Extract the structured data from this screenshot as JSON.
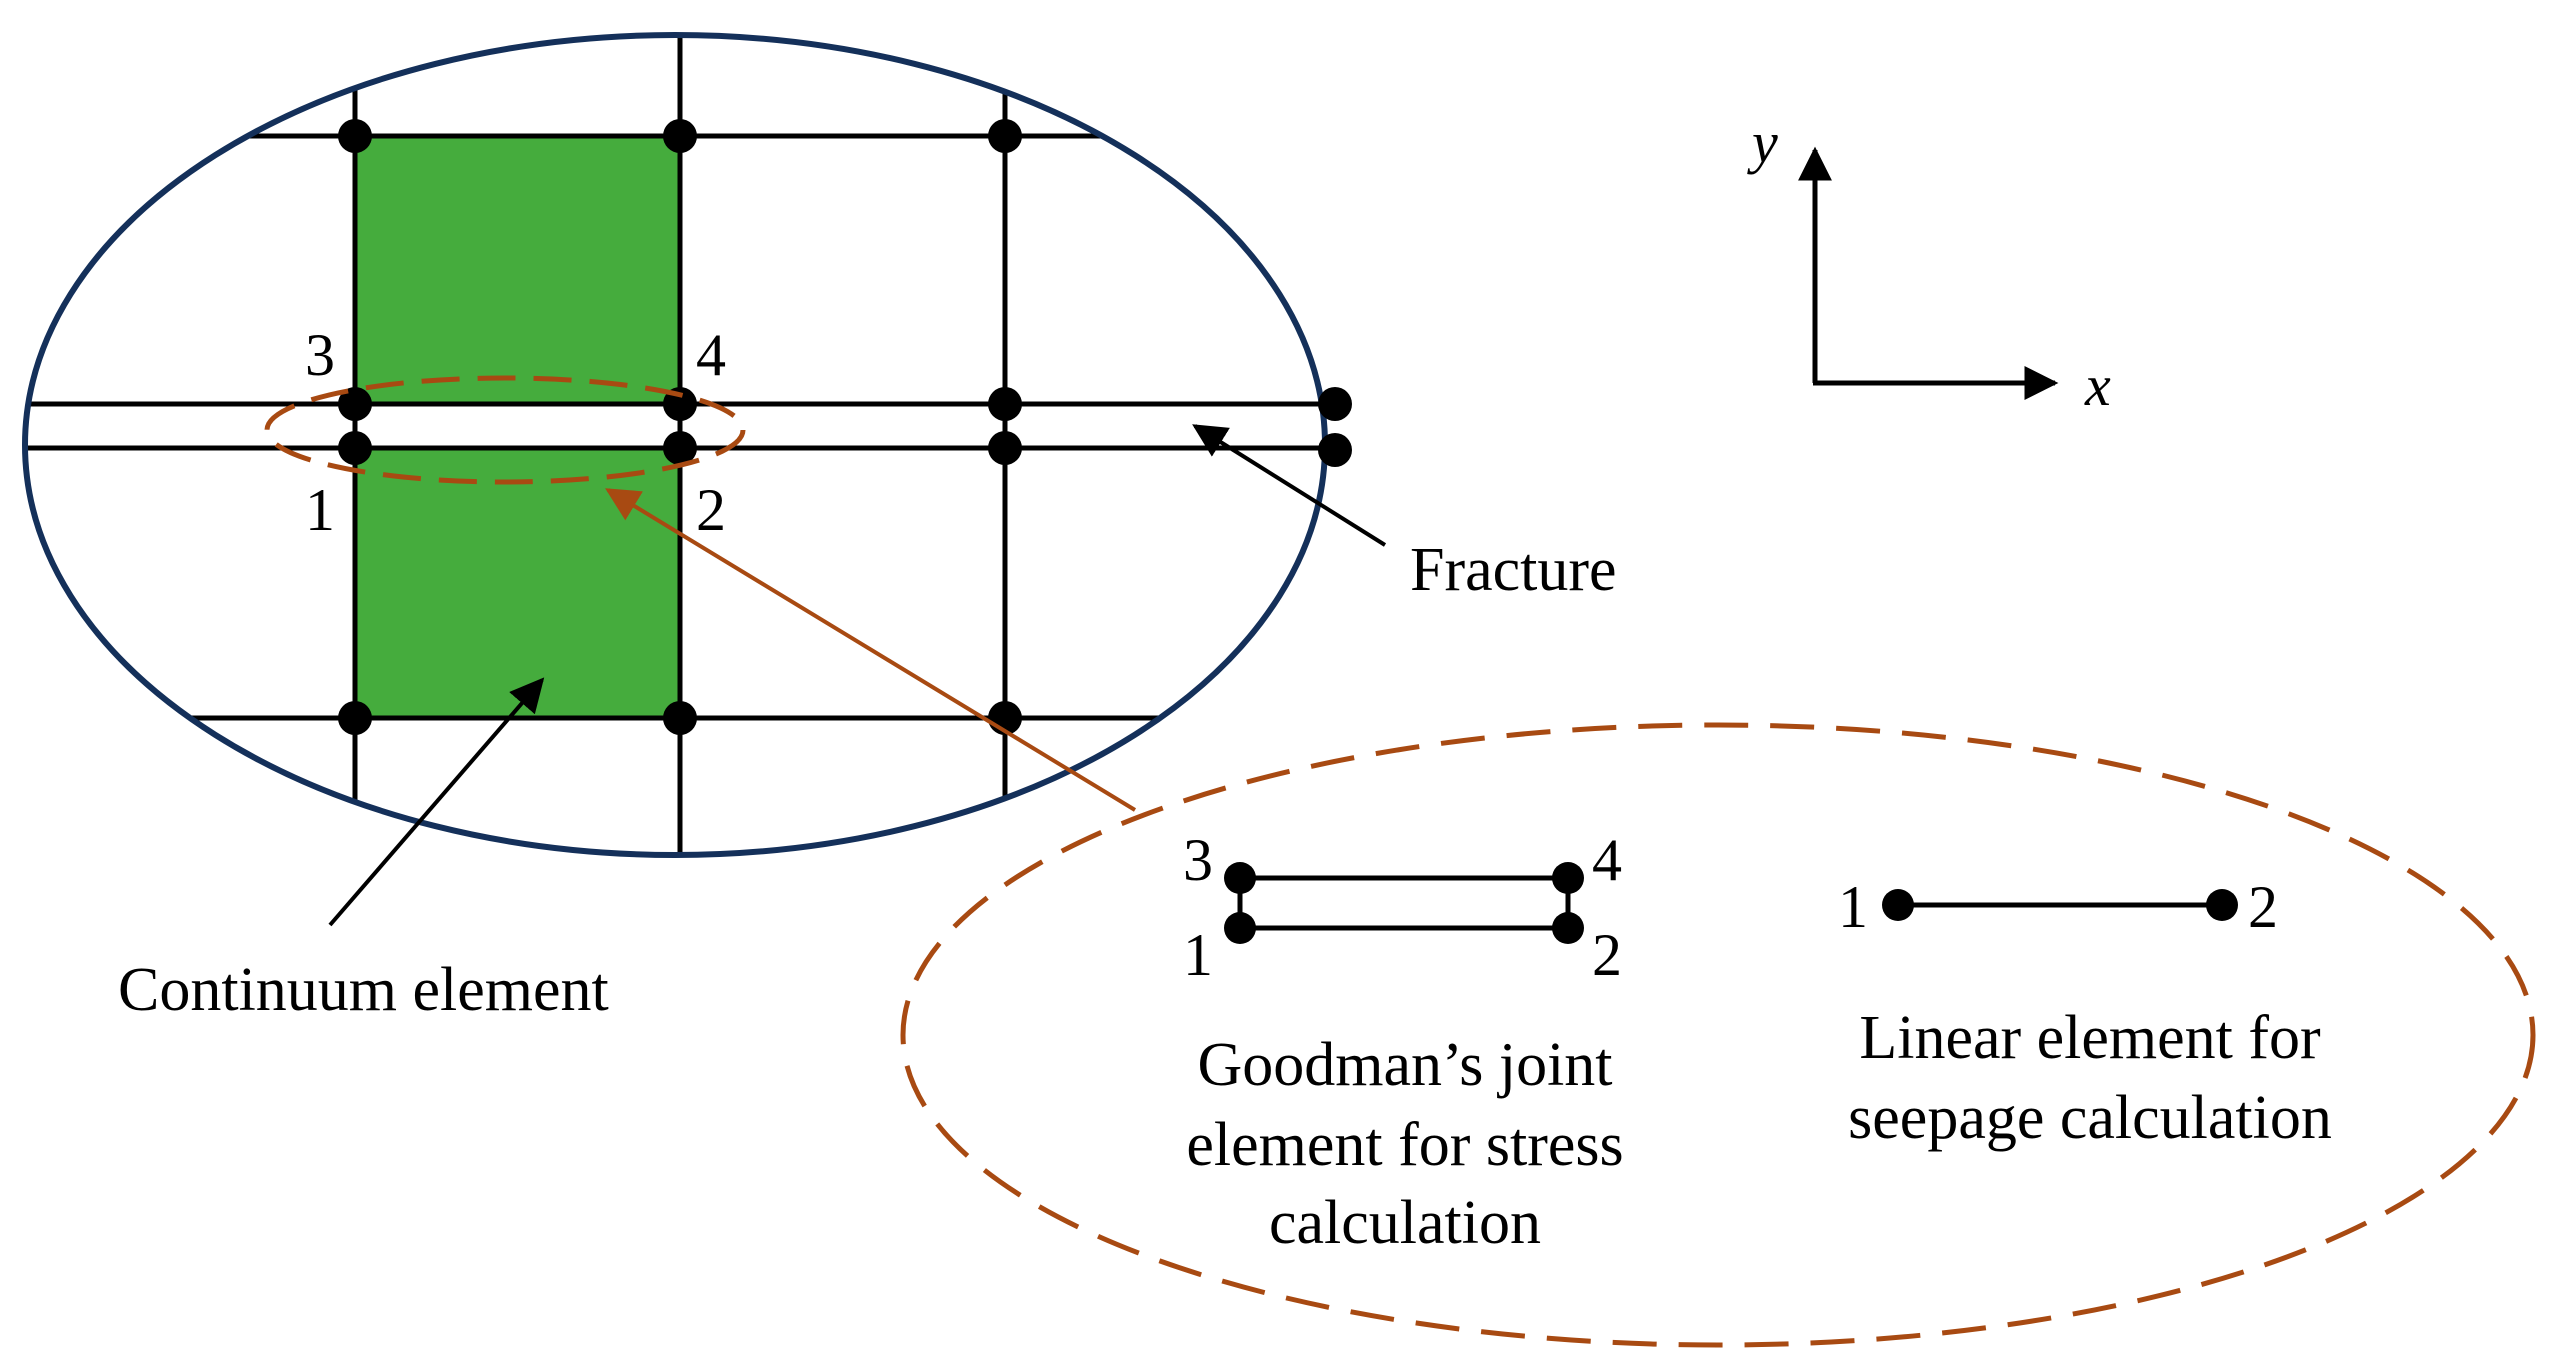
{
  "colors": {
    "element_fill": "#45AC3D",
    "outer_ellipse": "#14305A",
    "highlight": "#A84A12",
    "line": "#000000"
  },
  "mesh": {
    "node_labels": {
      "n1": "1",
      "n2": "2",
      "n3": "3",
      "n4": "4"
    }
  },
  "axes": {
    "x_label": "x",
    "y_label": "y"
  },
  "labels": {
    "fracture": "Fracture",
    "continuum": "Continuum  element"
  },
  "detail": {
    "joint": {
      "node_labels": {
        "n1": "1",
        "n2": "2",
        "n3": "3",
        "n4": "4"
      },
      "caption": [
        "Goodman’s joint",
        "element  for stress",
        "calculation"
      ]
    },
    "linear": {
      "node_labels": {
        "n1": "1",
        "n2": "2"
      },
      "caption": [
        "Linear element  for",
        "seepage calculation"
      ]
    }
  },
  "icons": [
    "arrow-icon"
  ]
}
